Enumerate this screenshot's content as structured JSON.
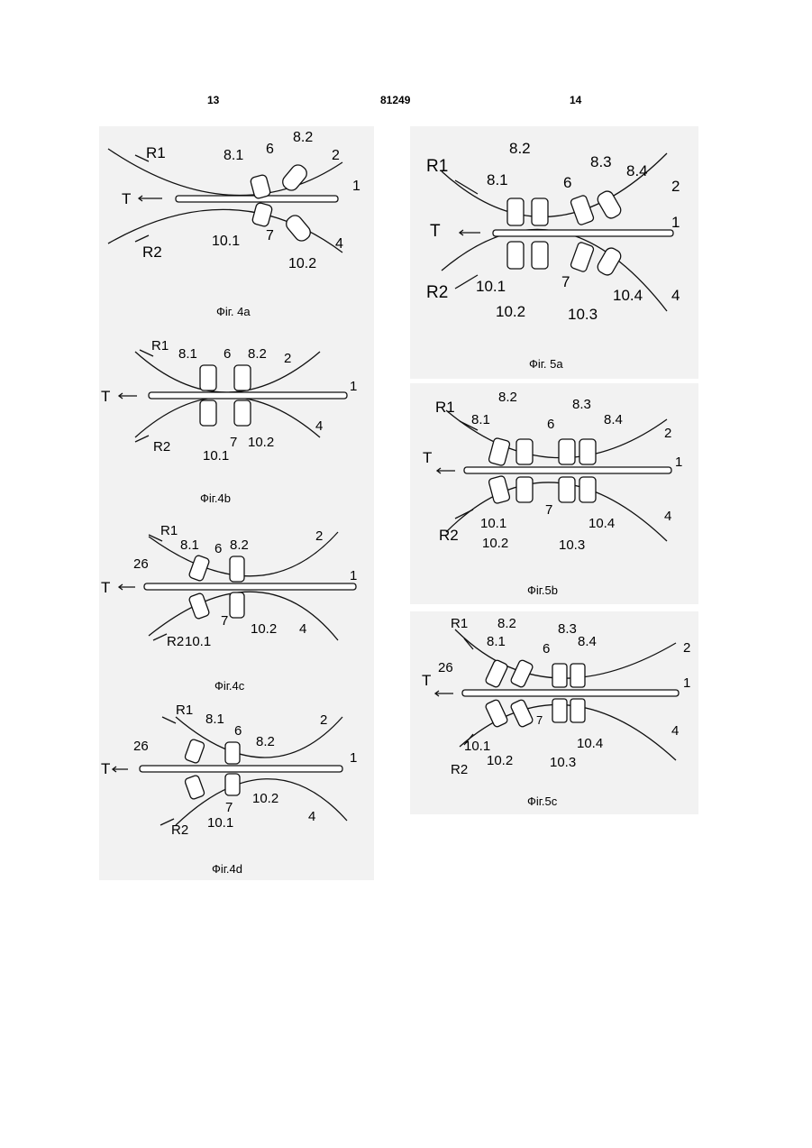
{
  "header": {
    "left_page": "13",
    "patent_number": "81249",
    "right_page": "14"
  },
  "figures": {
    "fig4a": {
      "caption": "Фіг. 4a",
      "labels": [
        "R1",
        "T",
        "R2",
        "8.1",
        "6",
        "8.2",
        "2",
        "1",
        "10.1",
        "7",
        "10.2",
        "4"
      ]
    },
    "fig4b": {
      "caption": "Фіг.4b",
      "labels": [
        "R1",
        "T",
        "R2",
        "8.1",
        "6",
        "8.2",
        "2",
        "1",
        "10.1",
        "7",
        "10.2",
        "4"
      ]
    },
    "fig4c": {
      "caption": "Фіг.4c",
      "labels": [
        "R1",
        "T",
        "R2",
        "26",
        "8.1",
        "6",
        "8.2",
        "2",
        "1",
        "10.1",
        "7",
        "10.2",
        "4"
      ]
    },
    "fig4d": {
      "caption": "Фіг.4d",
      "labels": [
        "R1",
        "T",
        "R2",
        "26",
        "8.1",
        "6",
        "8.2",
        "2",
        "1",
        "10.1",
        "7",
        "10.2",
        "4"
      ]
    },
    "fig5a": {
      "caption": "Фіг. 5a",
      "labels": [
        "R1",
        "T",
        "R2",
        "8.1",
        "8.2",
        "6",
        "8.3",
        "8.4",
        "2",
        "1",
        "10.1",
        "10.2",
        "7",
        "10.3",
        "10.4",
        "4"
      ]
    },
    "fig5b": {
      "caption": "Фіг.5b",
      "labels": [
        "R1",
        "T",
        "R2",
        "8.1",
        "8.2",
        "6",
        "8.3",
        "8.4",
        "2",
        "1",
        "10.1",
        "10.2",
        "7",
        "10.3",
        "10.4",
        "4"
      ]
    },
    "fig5c": {
      "caption": "Фіг.5c",
      "labels": [
        "R1",
        "T",
        "R2",
        "26",
        "8.1",
        "8.2",
        "6",
        "8.3",
        "8.4",
        "2",
        "1",
        "10.1",
        "10.2",
        "7",
        "10.3",
        "10.4",
        "4"
      ]
    }
  }
}
